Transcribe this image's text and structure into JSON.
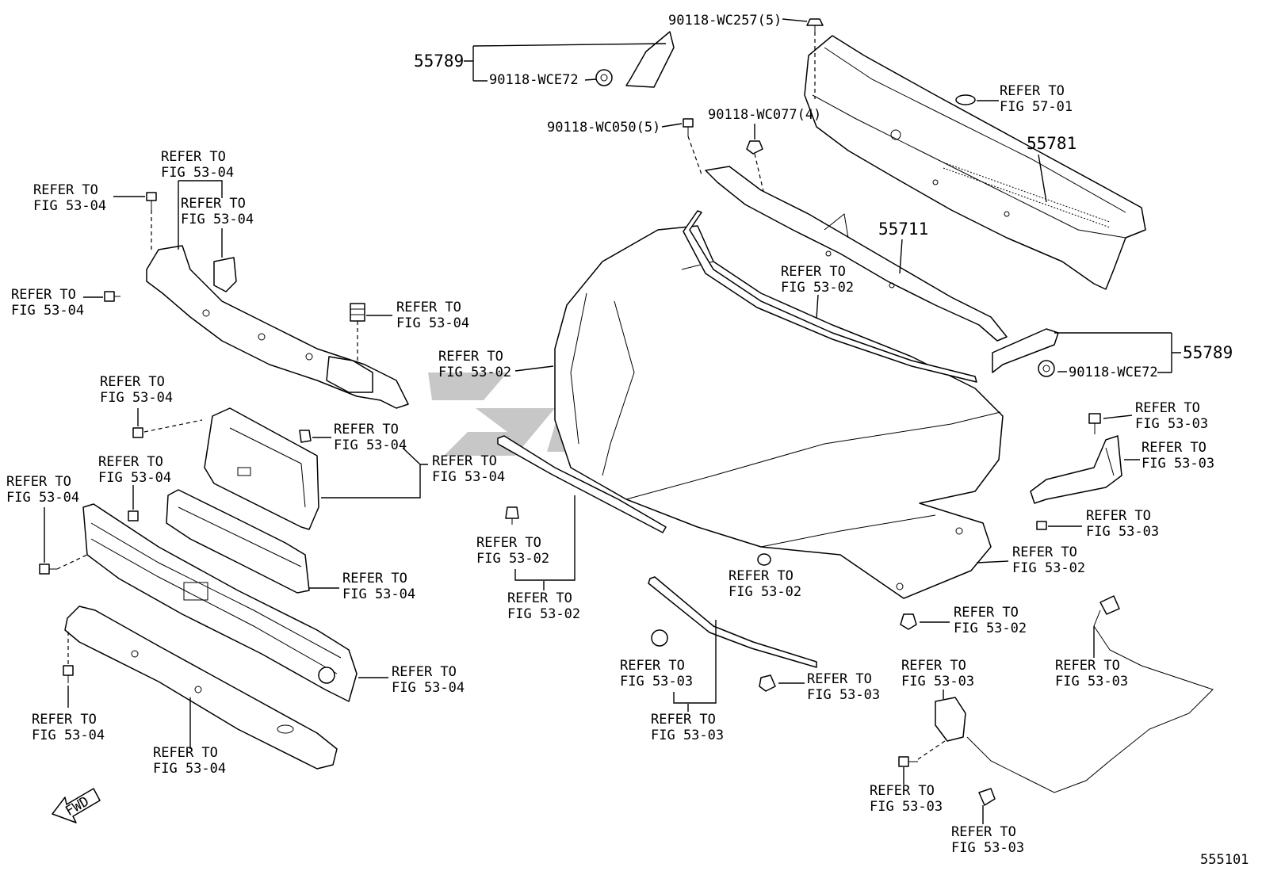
{
  "part_numbers": {
    "cowl_top_panel": "55781",
    "cowl_louver_seal": "55711",
    "cowl_side_left": "55789",
    "cowl_side_right": "55789"
  },
  "clips": {
    "c1": "90118-WC257(5)",
    "c2": "90118-WCE72",
    "c3": "90118-WC050(5)",
    "c4": "90118-WC077(4)",
    "c5": "90118-WCE72"
  },
  "refs": [
    {
      "l1": "REFER TO",
      "l2": "FIG 57-01"
    },
    {
      "l1": "REFER TO",
      "l2": "FIG 53-02"
    },
    {
      "l1": "REFER TO",
      "l2": "FIG 53-02"
    },
    {
      "l1": "REFER TO",
      "l2": "FIG 53-02"
    },
    {
      "l1": "REFER TO",
      "l2": "FIG 53-02"
    },
    {
      "l1": "REFER TO",
      "l2": "FIG 53-02"
    },
    {
      "l1": "REFER TO",
      "l2": "FIG 53-02"
    },
    {
      "l1": "REFER TO",
      "l2": "FIG 53-02"
    },
    {
      "l1": "REFER TO",
      "l2": "FIG 53-03"
    },
    {
      "l1": "REFER TO",
      "l2": "FIG 53-03"
    },
    {
      "l1": "REFER TO",
      "l2": "FIG 53-03"
    },
    {
      "l1": "REFER TO",
      "l2": "FIG 53-03"
    },
    {
      "l1": "REFER TO",
      "l2": "FIG 53-03"
    },
    {
      "l1": "REFER TO",
      "l2": "FIG 53-03"
    },
    {
      "l1": "REFER TO",
      "l2": "FIG 53-03"
    },
    {
      "l1": "REFER TO",
      "l2": "FIG 53-03"
    },
    {
      "l1": "REFER TO",
      "l2": "FIG 53-03"
    },
    {
      "l1": "REFER TO",
      "l2": "FIG 53-03"
    },
    {
      "l1": "REFER TO",
      "l2": "FIG 53-04"
    },
    {
      "l1": "REFER TO",
      "l2": "FIG 53-04"
    },
    {
      "l1": "REFER TO",
      "l2": "FIG 53-04"
    },
    {
      "l1": "REFER TO",
      "l2": "FIG 53-04"
    },
    {
      "l1": "REFER TO",
      "l2": "FIG 53-04"
    },
    {
      "l1": "REFER TO",
      "l2": "FIG 53-04"
    },
    {
      "l1": "REFER TO",
      "l2": "FIG 53-04"
    },
    {
      "l1": "REFER TO",
      "l2": "FIG 53-04"
    },
    {
      "l1": "REFER TO",
      "l2": "FIG 53-04"
    },
    {
      "l1": "REFER TO",
      "l2": "FIG 53-04"
    },
    {
      "l1": "REFER TO",
      "l2": "FIG 53-04"
    },
    {
      "l1": "REFER TO",
      "l2": "FIG 53-04"
    },
    {
      "l1": "REFER TO",
      "l2": "FIG 53-04"
    },
    {
      "l1": "REFER TO",
      "l2": "FIG 53-04"
    }
  ],
  "fwd_label": "FWD",
  "diagram_id": "555101"
}
